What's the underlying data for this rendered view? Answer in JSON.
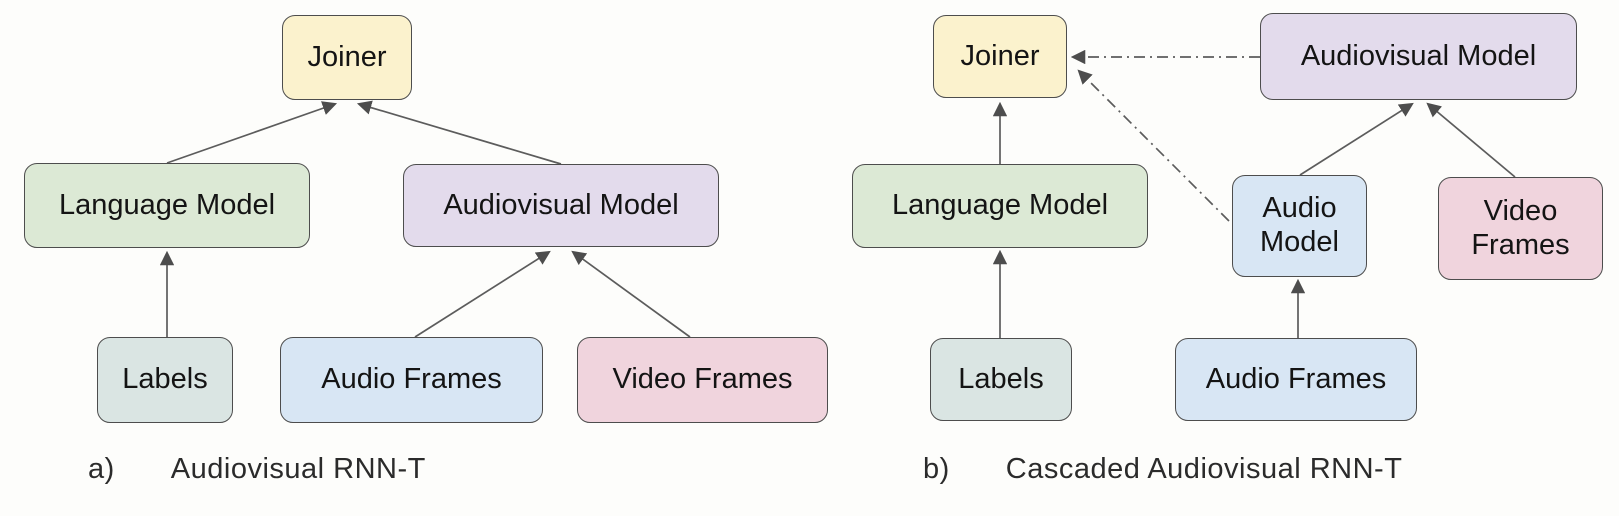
{
  "colors": {
    "yellow_fill": "#FBF2CD",
    "green_fill": "#DCE9D5",
    "purple_fill": "#E3DBEC",
    "teal_fill": "#DAE5E3",
    "blue_fill": "#D8E6F4",
    "pink_fill": "#F0D4DD",
    "border": "#4D4D4D",
    "arrow": "#5C5C5C"
  },
  "diagram_a": {
    "caption_label": "a)",
    "caption_text": "Audiovisual RNN-T",
    "nodes": {
      "joiner": "Joiner",
      "language_model": "Language Model",
      "audiovisual_model": "Audiovisual Model",
      "labels": "Labels",
      "audio_frames": "Audio Frames",
      "video_frames": "Video Frames"
    }
  },
  "diagram_b": {
    "caption_label": "b)",
    "caption_text": "Cascaded Audiovisual RNN-T",
    "nodes": {
      "joiner": "Joiner",
      "audiovisual_model": "Audiovisual Model",
      "language_model": "Language Model",
      "audio_model": "Audio Model",
      "video_frames": "Video Frames",
      "labels": "Labels",
      "audio_frames": "Audio Frames"
    }
  }
}
